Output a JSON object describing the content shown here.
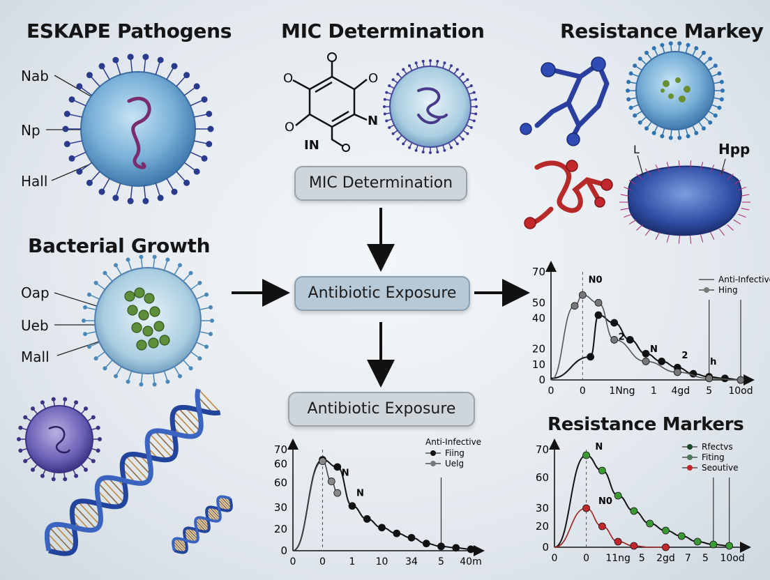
{
  "headings": {
    "eskape": "ESKAPE Pathogens",
    "mic_top": "MIC Determination",
    "resistance_top": "Resistance Markey",
    "bacterial_growth": "Bacterial Growth",
    "resistance_markers": "Resistance Markers"
  },
  "eskape_labels": [
    "Nab",
    "Np",
    "Hall"
  ],
  "growth_labels": [
    "Oap",
    "Ueb",
    "Mall"
  ],
  "molecule_labels": {
    "o1": "O",
    "o2": "O",
    "o3": "O",
    "n": "N",
    "in": "IN"
  },
  "resistance_labels": {
    "l": "L",
    "hpp": "Hpp"
  },
  "flow": {
    "mic_box": "MIC Determination",
    "exposure_box_1": "Antibiotic Exposure",
    "exposure_box_2": "Antibiotic Exposure"
  },
  "colors": {
    "accent_red": "#b82a2a",
    "accent_green": "#3c9a35",
    "cell_blue": "#6aa6d2"
  },
  "chart_data": [
    {
      "id": "right-middle",
      "type": "line",
      "yticks": [
        "70",
        "50",
        "40",
        "20",
        "10",
        "0"
      ],
      "xticks": [
        "0",
        "0",
        "1Nng",
        "1",
        "4gd",
        "5",
        "10od"
      ],
      "annotations": [
        "N0",
        "2",
        "N",
        "2",
        "h"
      ],
      "legend": [
        "Anti-Infective",
        "Hing"
      ],
      "series": [
        {
          "values": [
            [
              -2,
              1
            ],
            [
              0.5,
              15
            ],
            [
              1,
              42
            ],
            [
              2,
              37
            ],
            [
              3,
              26
            ],
            [
              4,
              17
            ],
            [
              5,
              12
            ],
            [
              6,
              8
            ],
            [
              7,
              4
            ],
            [
              8,
              2
            ],
            [
              9,
              1
            ],
            [
              10,
              0
            ]
          ]
        },
        {
          "values": [
            [
              -2,
              0
            ],
            [
              -0.5,
              48
            ],
            [
              0,
              55
            ],
            [
              1,
              50
            ],
            [
              2,
              26
            ],
            [
              4,
              12
            ],
            [
              6,
              5
            ],
            [
              8,
              1
            ],
            [
              10,
              0
            ]
          ]
        }
      ]
    },
    {
      "id": "bottom-middle",
      "type": "line",
      "yticks": [
        "70",
        "60",
        "60",
        "30",
        "20",
        "0"
      ],
      "xticks": [
        "0",
        "0",
        "1",
        "10",
        "34",
        "5",
        "40m"
      ],
      "annotations": [
        "N",
        "N"
      ],
      "legend_title": "Anti-Infective",
      "legend": [
        "Fiing",
        "Uelg"
      ],
      "series": [
        {
          "values": [
            [
              -2,
              0
            ],
            [
              0,
              63
            ],
            [
              1,
              58
            ],
            [
              2,
              31
            ],
            [
              3,
              22
            ],
            [
              4,
              16
            ],
            [
              5,
              12
            ],
            [
              6,
              9
            ],
            [
              7,
              5
            ],
            [
              8,
              3
            ],
            [
              9,
              2
            ],
            [
              10,
              1
            ]
          ]
        },
        {
          "values": [
            [
              -2,
              0
            ],
            [
              0,
              62
            ],
            [
              0.6,
              48
            ],
            [
              1,
              40
            ]
          ]
        }
      ]
    },
    {
      "id": "bottom-right",
      "type": "line",
      "yticks": [
        "70",
        "60",
        "30",
        "20",
        "0"
      ],
      "xticks": [
        "0",
        "0",
        "11ng",
        "5",
        "2gd",
        "7",
        "5",
        "10od"
      ],
      "annotations": [
        "N",
        "N0"
      ],
      "legend": [
        "Rfectvs",
        "Fiting",
        "Seoutive"
      ],
      "series": [
        {
          "name": "Rfectvs",
          "values": [
            [
              -2,
              0
            ],
            [
              0,
              66
            ],
            [
              1,
              55
            ],
            [
              2,
              37
            ],
            [
              3,
              26
            ],
            [
              4,
              17
            ],
            [
              5,
              12
            ],
            [
              6,
              8
            ],
            [
              7,
              4
            ],
            [
              8,
              2
            ],
            [
              9,
              1
            ]
          ]
        },
        {
          "name": "Seoutive",
          "values": [
            [
              -2,
              0
            ],
            [
              0,
              28
            ],
            [
              1,
              15
            ],
            [
              2,
              4
            ],
            [
              3,
              1
            ],
            [
              4,
              0
            ],
            [
              5,
              0
            ]
          ]
        }
      ]
    }
  ]
}
